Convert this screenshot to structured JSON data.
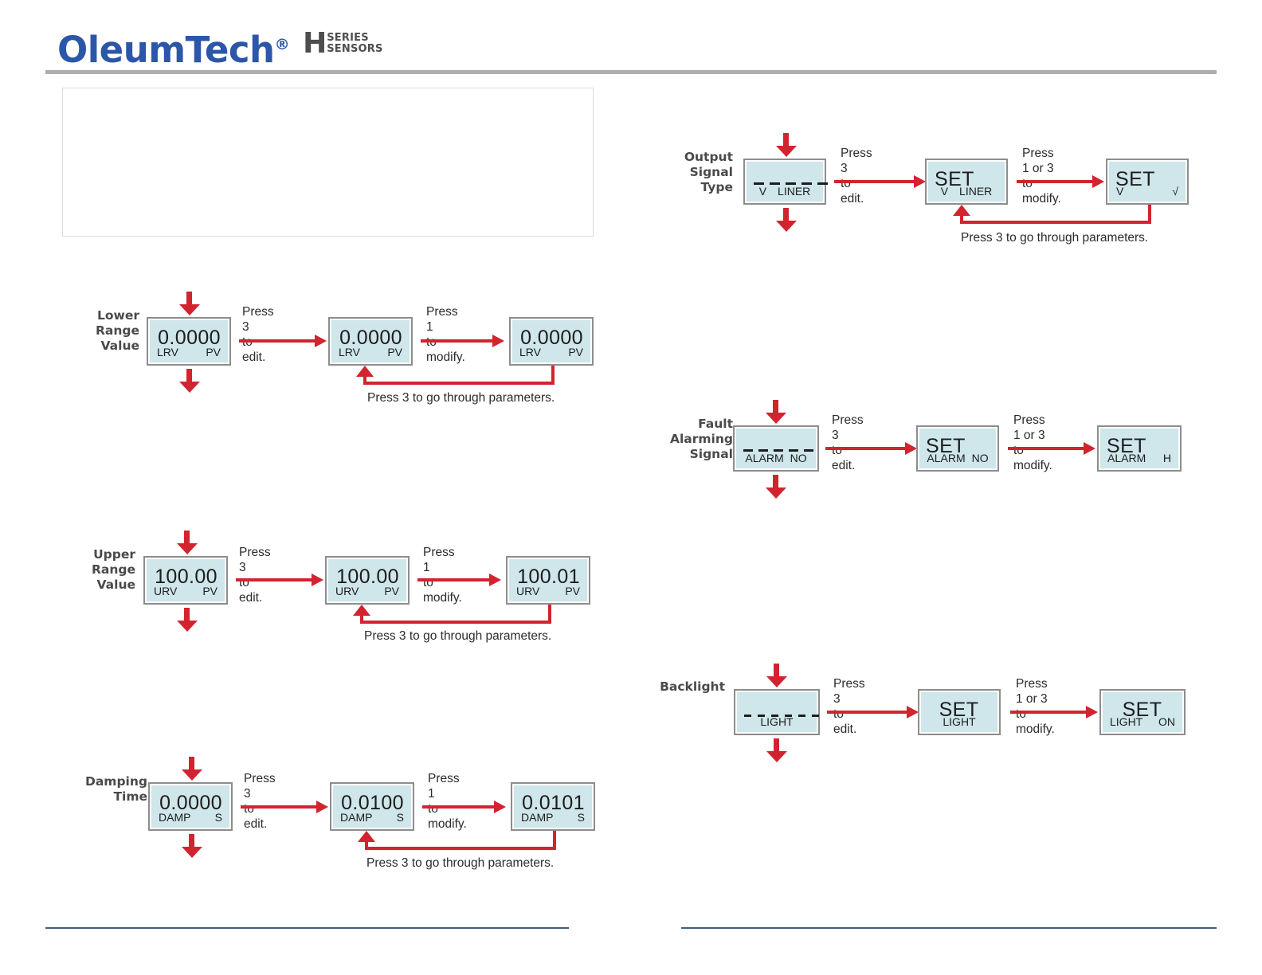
{
  "header": {
    "brand": "OleumTech",
    "registered_mark": "®",
    "h_glyph": "H",
    "series_line1": "SERIES",
    "series_line2": "SENSORS",
    "rule_color": "#aeaeae"
  },
  "colors": {
    "brand_blue": "#2c56a8",
    "arrow_red": "#d1242f",
    "lcd_screen": "#cfe6ea",
    "lcd_border": "#8d8d8d",
    "label_gray": "#4a4a4a",
    "footer_rule": "#3f6080"
  },
  "placeholder": {
    "name": "empty-content-box"
  },
  "flows": [
    {
      "id": "lower-range-value",
      "label": "Lower\nRange\nValue",
      "panels": [
        {
          "main": "0.0000",
          "main_align": "right",
          "bottom_left": "LRV",
          "bottom_right": "PV"
        },
        {
          "main": "0.0000",
          "main_align": "right",
          "bottom_left": "LRV",
          "bottom_right": "PV"
        },
        {
          "main": "0.0000",
          "main_align": "right",
          "bottom_left": "LRV",
          "bottom_right": "PV"
        }
      ],
      "captions": [
        "Press 3\nto edit.",
        "Press 1\nto modify."
      ],
      "loop_caption": "Press 3 to go through parameters."
    },
    {
      "id": "upper-range-value",
      "label": "Upper\nRange\nValue",
      "panels": [
        {
          "main": "100.00",
          "main_align": "right",
          "bottom_left": "URV",
          "bottom_right": "PV"
        },
        {
          "main": "100.00",
          "main_align": "right",
          "bottom_left": "URV",
          "bottom_right": "PV"
        },
        {
          "main": "100.01",
          "main_align": "right",
          "bottom_left": "URV",
          "bottom_right": "PV"
        }
      ],
      "captions": [
        "Press 3\nto edit.",
        "Press 1\nto modify."
      ],
      "loop_caption": "Press 3 to go through parameters."
    },
    {
      "id": "damping-time",
      "label": "Damping\nTime",
      "panels": [
        {
          "main": "0.0000",
          "main_align": "right",
          "bottom_left": "DAMP",
          "bottom_right": "S"
        },
        {
          "main": "0.0100",
          "main_align": "right",
          "bottom_left": "DAMP",
          "bottom_right": "S"
        },
        {
          "main": "0.0101",
          "main_align": "right",
          "bottom_left": "DAMP",
          "bottom_right": "S"
        }
      ],
      "captions": [
        "Press 3\nto edit.",
        "Press 1\nto modify."
      ],
      "loop_caption": "Press 3 to go through parameters."
    },
    {
      "id": "output-signal-type",
      "label": "Output\nSignal\nType",
      "panels": [
        {
          "main": "",
          "dashes": 5,
          "bottom_left": "V",
          "bottom_right": "LINER"
        },
        {
          "main": "SET",
          "main_align": "left",
          "bottom_left": "V",
          "bottom_right": "LINER"
        },
        {
          "main": "SET",
          "main_align": "left",
          "bottom_left": "V",
          "bottom_right": "√"
        }
      ],
      "captions": [
        "Press 3\nto edit.",
        "Press 1 or 3\nto modify."
      ],
      "loop_caption": "Press 3 to go through parameters."
    },
    {
      "id": "fault-alarming-signal",
      "label": "Fault\nAlarming\nSignal",
      "panels": [
        {
          "main": "",
          "dashes": 5,
          "bottom_left": "ALARM",
          "bottom_right": "NO"
        },
        {
          "main": "SET",
          "main_align": "left",
          "bottom_left": "ALARM",
          "bottom_right": "NO"
        },
        {
          "main": "SET",
          "main_align": "left",
          "bottom_left": "ALARM",
          "bottom_right": "H"
        }
      ],
      "captions": [
        "Press 3\nto edit.",
        "Press 1 or 3\nto modify."
      ],
      "loop_caption": ""
    },
    {
      "id": "backlight",
      "label": "Backlight",
      "panels": [
        {
          "main": "",
          "dashes": 6,
          "bottom_center": "LIGHT"
        },
        {
          "main": "SET",
          "main_align": "center",
          "bottom_center": "LIGHT"
        },
        {
          "main": "SET",
          "main_align": "center",
          "bottom_left": "LIGHT",
          "bottom_right": "ON"
        }
      ],
      "captions": [
        "Press 3\nto edit.",
        "Press 1 or 3\nto modify."
      ],
      "loop_caption": ""
    }
  ]
}
